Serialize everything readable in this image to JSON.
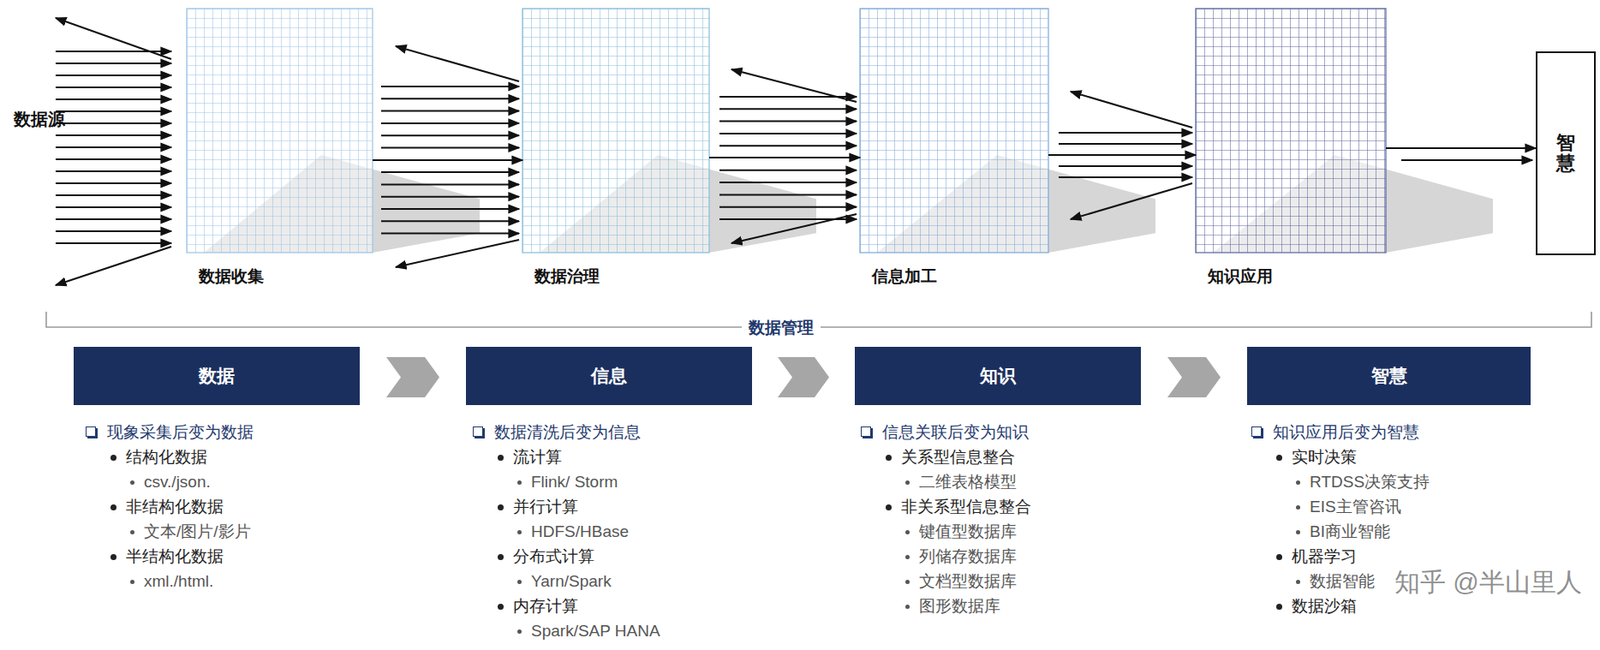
{
  "diagram": {
    "nodes": [
      {
        "text": [
          "数据收集"
        ]
      },
      {
        "text": [
          "数据治理"
        ]
      },
      {
        "text": [
          "信息加工"
        ]
      },
      {
        "text": [
          "知识应用"
        ]
      },
      {
        "text": [
          "智慧"
        ]
      },
      {
        "text": [
          "数据"
        ]
      },
      {
        "text": [
          "信息"
        ]
      },
      {
        "text": [
          "知识"
        ]
      },
      {
        "text": [
          "智慧"
        ]
      }
    ],
    "edges": [
      {
        "from": 0,
        "to": 1,
        "arrow": "to"
      },
      {
        "from": 1,
        "to": 2,
        "arrow": "to"
      },
      {
        "from": 2,
        "to": 3,
        "arrow": "to"
      },
      {
        "from": 3,
        "to": 4,
        "arrow": "to"
      },
      {
        "from": 5,
        "to": 6,
        "arrow": "to"
      },
      {
        "from": 6,
        "to": 7,
        "arrow": "to"
      },
      {
        "from": 7,
        "to": 8,
        "arrow": "to"
      }
    ],
    "labels": [
      "数据源",
      "数据管理",
      "现象采集后变为数据",
      "结构化数据",
      "csv./json.",
      "非结构化数据",
      "文本/图片/影片",
      "半结构化数据",
      "xml./html.",
      "数据清洗后变为信息",
      "流计算",
      "Flink/ Storm",
      "并行计算",
      "HDFS/HBase",
      "分布式计算",
      "Yarn/Spark",
      "内存计算",
      "Spark/SAP HANA",
      "信息关联后变为知识",
      "关系型信息整合",
      "二维表格模型",
      "非关系型信息整合",
      "键值型数据库",
      "列储存数据库",
      "文档型数据库",
      "图形数据库",
      "知识应用后变为智慧",
      "实时决策",
      "RTDSS决策支持",
      "EIS主管咨讯",
      "BI商业智能",
      "机器学习",
      "数据智能",
      "数据沙箱",
      "知乎 @半山里人"
    ]
  }
}
